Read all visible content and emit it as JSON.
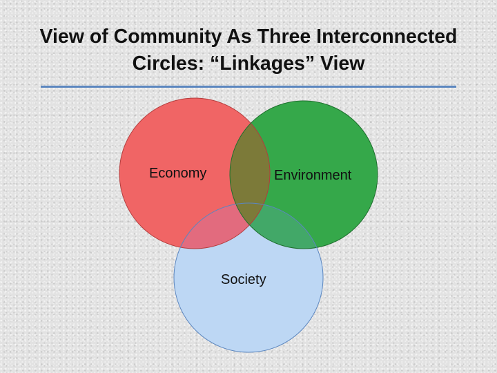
{
  "header": {
    "title_line1": "View of Community As Three Interconnected",
    "title_line2": "Circles: “Linkages” View"
  },
  "diagram": {
    "circles": [
      {
        "label": "Economy",
        "fill": "#f06565",
        "stroke": "#b33c3c"
      },
      {
        "label": "Environment",
        "fill": "#35a84a",
        "stroke": "#1f6f2e"
      },
      {
        "label": "Society",
        "fill": "#bdd7f4",
        "stroke": "#5b86bf"
      }
    ],
    "overlap_fills": {
      "economy_environment": "#7c7a39",
      "economy_society": "#e26b7e",
      "environment_society": "#42a868"
    },
    "title_rule_color": "#5b86bf"
  }
}
